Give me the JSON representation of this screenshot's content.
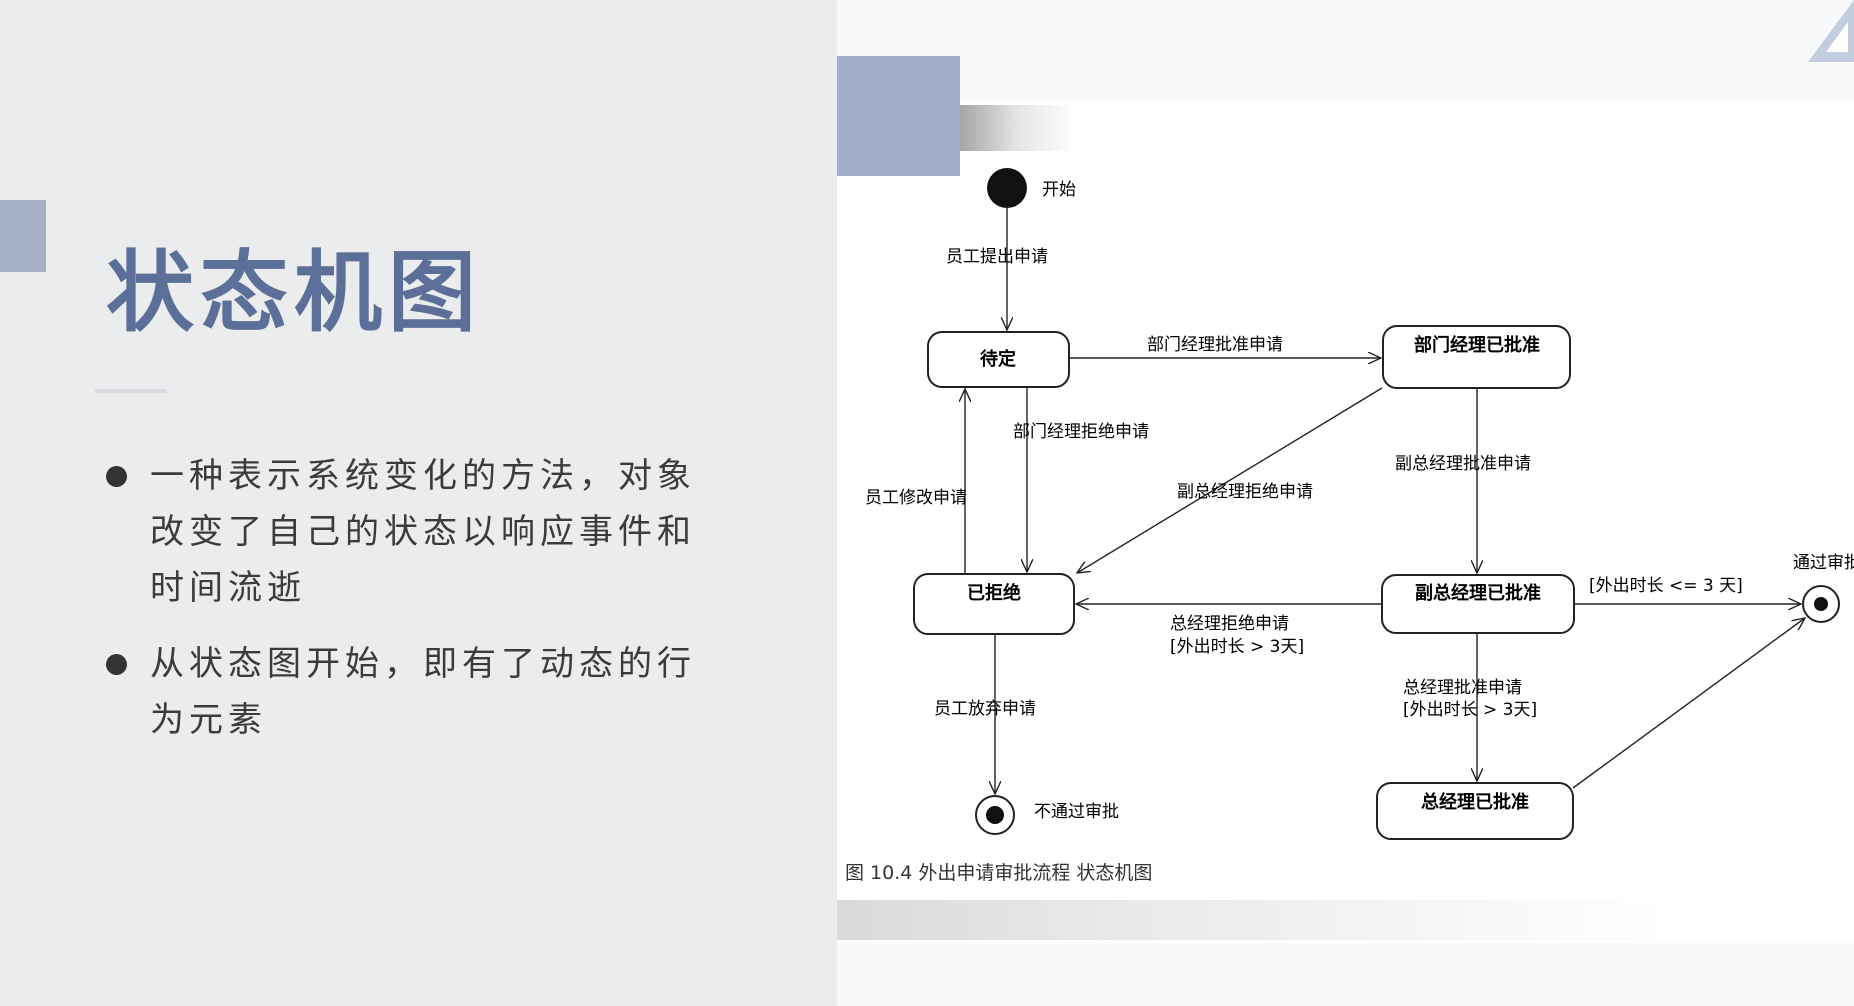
{
  "slide": {
    "title": "状态机图",
    "bullets": [
      "一种表示系统变化的方法，对象改变了自己的状态以响应事件和时间流逝",
      "从状态图开始，即有了动态的行为元素"
    ]
  },
  "diagram": {
    "states": {
      "pending": "待定",
      "dept_approved": "部门经理已批准",
      "rejected": "已拒绝",
      "vp_approved": "副总经理已批准",
      "gm_approved": "总经理已批准"
    },
    "pseudo": {
      "start": "开始",
      "end_fail": "不通过审批",
      "end_pass": "通过审批"
    },
    "transitions": {
      "submit": "员工提出申请",
      "dept_approve": "部门经理批准申请",
      "dept_reject": "部门经理拒绝申请",
      "modify": "员工修改申请",
      "vp_approve": "副总经理批准申请",
      "vp_reject": "副总经理拒绝申请",
      "gm_reject": "总经理拒绝申请",
      "gm_reject_guard": "[外出时长 > 3天]",
      "gm_approve": "总经理批准申请",
      "gm_approve_guard": "[外出时长 > 3天]",
      "short_guard": "[外出时长 <= 3 天]",
      "abandon": "员工放弃申请"
    },
    "caption": "图 10.4    外出申请审批流程  状态机图"
  }
}
